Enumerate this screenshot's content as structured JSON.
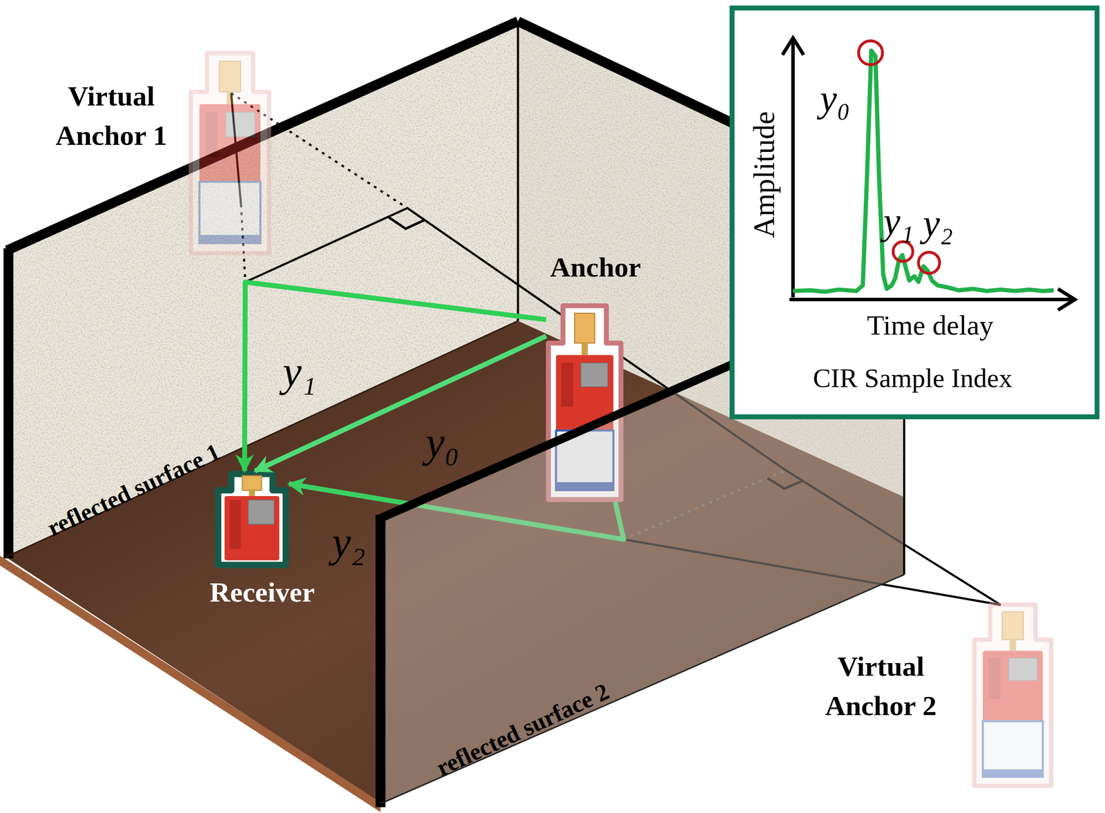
{
  "diagram": {
    "nodes": [
      {
        "text": [
          "Virtual Anchor 1"
        ]
      },
      {
        "text": [
          "Amplitude",
          "Time delay",
          "CIR Sample Index",
          "y₀",
          "y₁",
          "y₂"
        ]
      },
      {
        "text": [
          "Anchor"
        ]
      },
      {
        "text": [
          "Receiver"
        ]
      },
      {
        "text": [
          "Virtual Anchor 2"
        ]
      }
    ],
    "edges": [
      {
        "from": 2,
        "to": 3,
        "arrow": "to",
        "label": "y₀"
      },
      {
        "from": 2,
        "to": 3,
        "arrow": "to",
        "label": "y₁"
      },
      {
        "from": 2,
        "to": 3,
        "arrow": "to",
        "label": "y₂"
      }
    ],
    "labels": [
      "reflected surface 1",
      "reflected surface 2"
    ]
  }
}
